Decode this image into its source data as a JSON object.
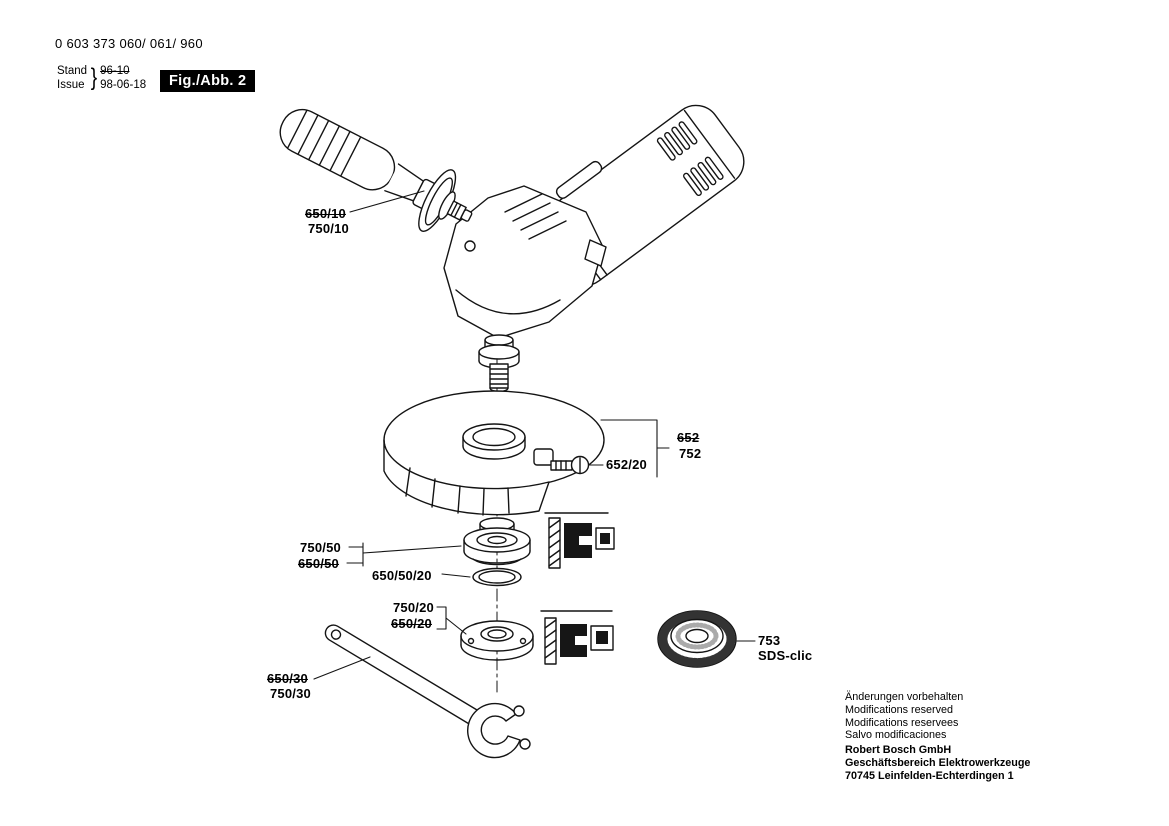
{
  "header": {
    "part_number": "0 603 373 060/ 061/ 960",
    "stand_label": "Stand",
    "issue_label": "Issue",
    "brace": "}",
    "stand_value": "96-10",
    "issue_value": "98-06-18",
    "figure_label": "Fig./Abb. 2"
  },
  "part_labels": {
    "handle_old": "650/10",
    "handle_new": "750/10",
    "guard_old": "652",
    "guard_new": "752",
    "guard_screw": "652/20",
    "bearing_flange_new": "750/50",
    "bearing_flange_old": "650/50",
    "bearing_ring": "650/50/20",
    "inner_flange_new": "750/20",
    "inner_flange_old": "650/20",
    "clamp_nut": "753",
    "clamp_nut_type": "SDS-clic",
    "wrench_old": "650/30",
    "wrench_new": "750/30"
  },
  "footer": {
    "notice_lines": [
      "Änderungen vorbehalten",
      "Modifications reserved",
      "Modifications reservees",
      "Salvo modificaciones"
    ],
    "company_name": "Robert Bosch GmbH",
    "company_division": "Geschäftsbereich Elektrowerkzeuge",
    "company_address": "70745 Leinfelden-Echterdingen 1"
  }
}
